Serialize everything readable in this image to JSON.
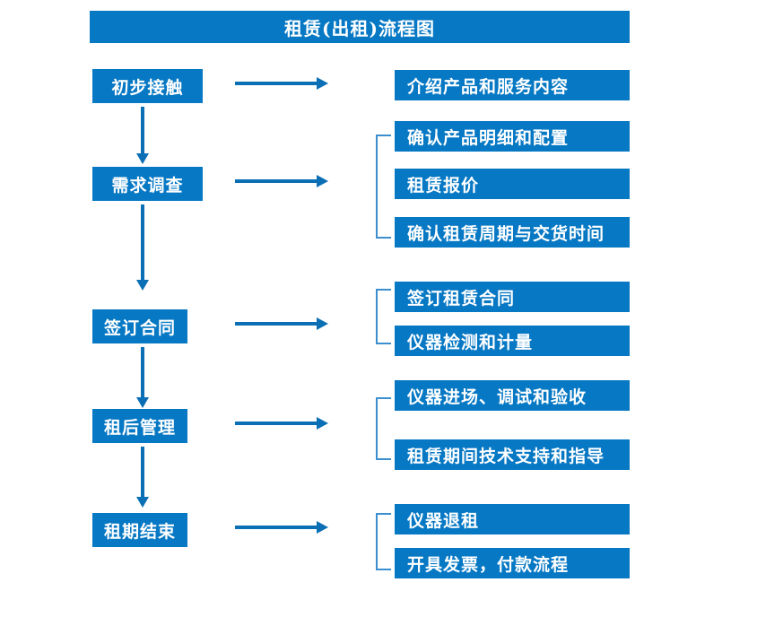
{
  "title": {
    "text": "租赁(出租)流程图"
  },
  "colors": {
    "box_blue": "#0678c4",
    "arrow_blue": "#0b6fb5",
    "bracket_blue": "#3b8fd0",
    "text_white": "#ffffff",
    "background": "#ffffff"
  },
  "stages": [
    {
      "label": "初步接触",
      "details": [
        "介绍产品和服务内容"
      ]
    },
    {
      "label": "需求调查",
      "details": [
        "确认产品明细和配置",
        "租赁报价",
        "确认租赁周期与交货时间"
      ]
    },
    {
      "label": "签订合同",
      "details": [
        "签订租赁合同",
        "仪器检测和计量"
      ]
    },
    {
      "label": "租后管理",
      "details": [
        "仪器进场、调试和验收",
        "租赁期间技术支持和指导"
      ]
    },
    {
      "label": "租期结束",
      "details": [
        "仪器退租",
        "开具发票，付款流程"
      ]
    }
  ],
  "flow_arrows": {
    "horizontal_count": 5,
    "vertical_count": 4,
    "direction": "downward-then-right"
  }
}
